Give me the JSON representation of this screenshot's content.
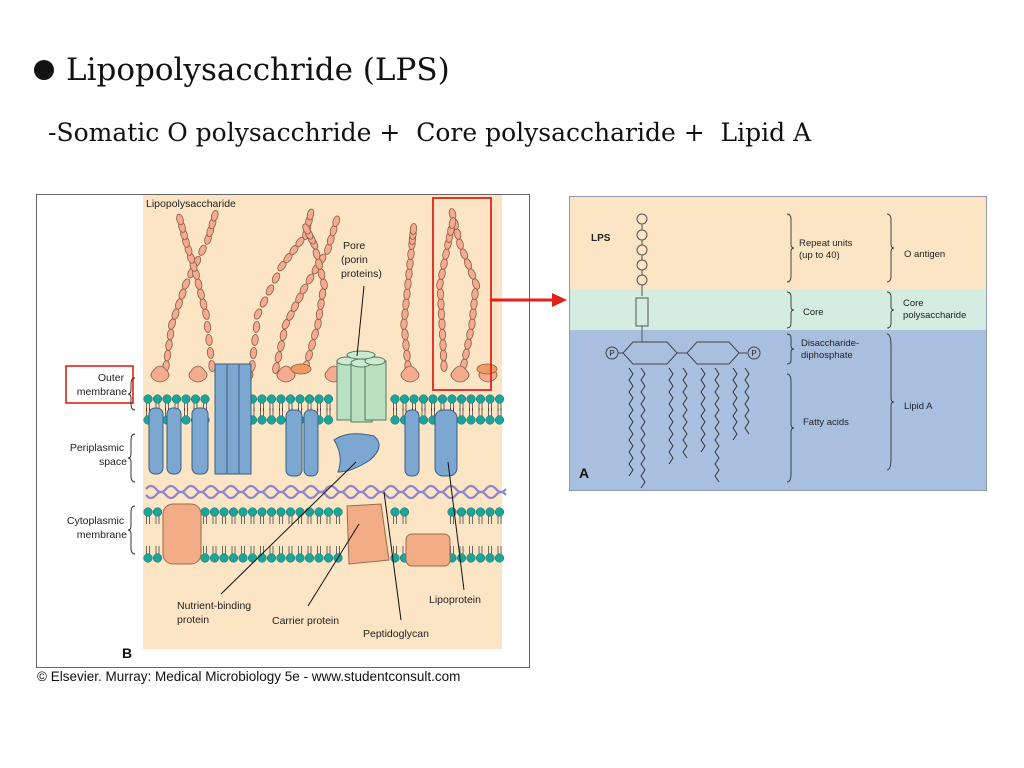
{
  "slide": {
    "title": "Lipopolysacchride (LPS)",
    "subtitle": "-Somatic O polysacchride +  Core polysaccharide +  Lipid A"
  },
  "figure_b": {
    "label_lps": "Lipopolysaccharide",
    "pore_lines": [
      "Pore",
      "(porin",
      "proteins)"
    ],
    "outer_membrane_lines": [
      "Outer",
      "membrane"
    ],
    "periplasmic_lines": [
      "Periplasmic",
      "space"
    ],
    "cytoplasmic_lines": [
      "Cytoplasmic",
      "membrane"
    ],
    "nutrient_lines": [
      "Nutrient-binding",
      "protein"
    ],
    "carrier": "Carrier protein",
    "peptidoglycan": "Peptidoglycan",
    "lipoprotein": "Lipoprotein",
    "panel_letter": "B",
    "caption": "© Elsevier. Murray: Medical Microbiology 5e - www.studentconsult.com"
  },
  "figure_a": {
    "lps": "LPS",
    "repeat_lines": [
      "Repeat units",
      "(up to 40)"
    ],
    "o_antigen": "O antigen",
    "core": "Core",
    "core_poly_lines": [
      "Core",
      "polysaccharide"
    ],
    "disaccharide_lines": [
      "Disaccharide-",
      "diphosphate"
    ],
    "fatty_acids": "Fatty acids",
    "lipid_a": "Lipid A",
    "phosphate": "P",
    "panel_letter": "A"
  },
  "colors": {
    "peach": "#fce5c4",
    "lipid_head": "#1ca39a",
    "protein_blue": "#7ba7d0",
    "peach_protein": "#f2ad87",
    "pore_green": "#b8e0c2",
    "mint": "#d4ece2",
    "periwinkle": "#a9bfe0",
    "highlight_red": "#e0221b"
  }
}
